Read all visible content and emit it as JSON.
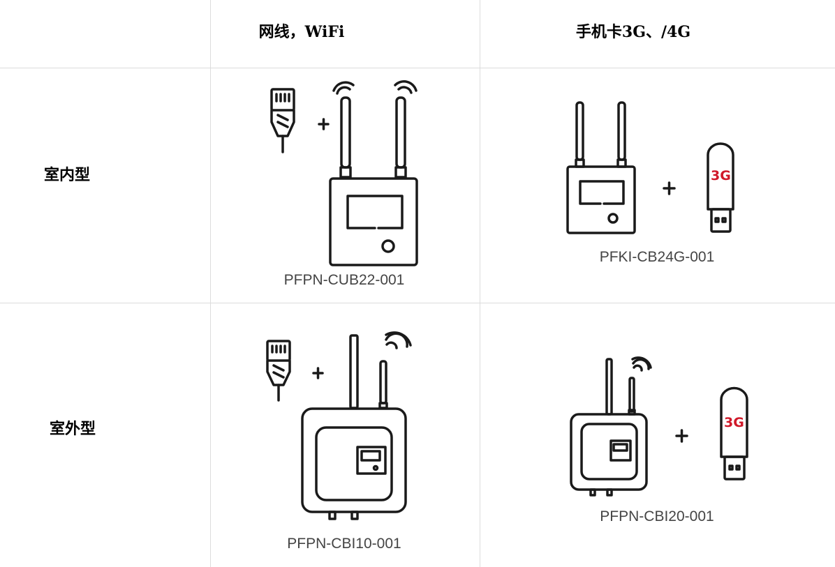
{
  "table": {
    "headers": [
      "",
      "网线，WiFi",
      "手机卡3G、/4G"
    ],
    "rows": [
      {
        "label": "室内型",
        "products": [
          "PFPN-CUB22-001",
          "PFKI-CB24G-001"
        ]
      },
      {
        "label": "室外型",
        "products": [
          "PFPN-CBI10-001",
          "PFPN-CBI20-001"
        ]
      }
    ],
    "dongle_text": "3G"
  }
}
